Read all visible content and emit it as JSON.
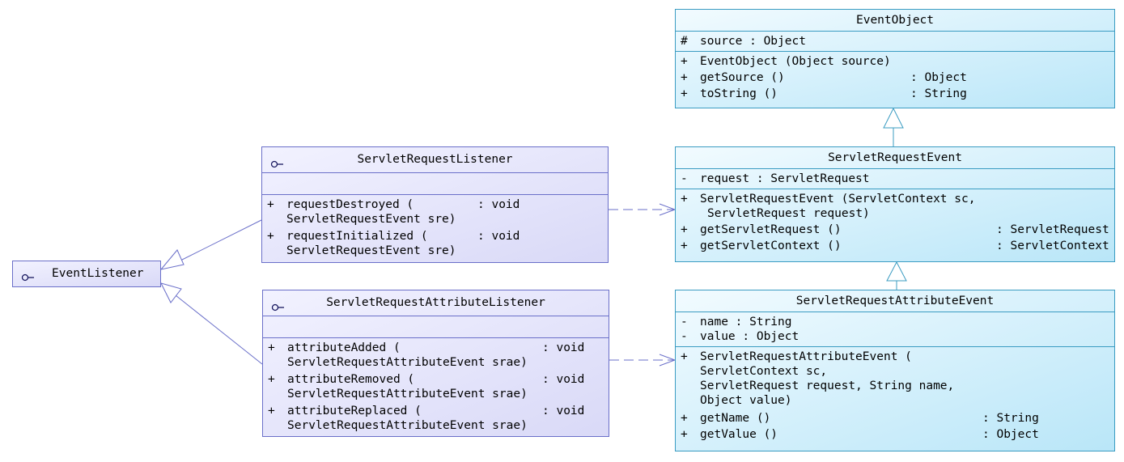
{
  "classes": {
    "event_listener": {
      "name": "EventListener",
      "icon": "interface-lollipop-icon"
    },
    "servlet_request_listener": {
      "name": "ServletRequestListener",
      "icon": "interface-lollipop-icon",
      "operations": [
        {
          "visibility": "+",
          "line1": "requestDestroyed (",
          "type": ": void",
          "line2": "ServletRequestEvent sre)"
        },
        {
          "visibility": "+",
          "line1": "requestInitialized (",
          "type": ": void",
          "line2": "ServletRequestEvent sre)"
        }
      ]
    },
    "servlet_request_attribute_listener": {
      "name": "ServletRequestAttributeListener",
      "icon": "interface-lollipop-icon",
      "operations": [
        {
          "visibility": "+",
          "line1": "attributeAdded (",
          "type": ": void",
          "line2": "ServletRequestAttributeEvent srae)"
        },
        {
          "visibility": "+",
          "line1": "attributeRemoved (",
          "type": ": void",
          "line2": "ServletRequestAttributeEvent srae)"
        },
        {
          "visibility": "+",
          "line1": "attributeReplaced (",
          "type": ": void",
          "line2": "ServletRequestAttributeEvent srae)"
        }
      ]
    },
    "event_object": {
      "name": "EventObject",
      "attributes": [
        {
          "visibility": "#",
          "text": "source  : Object"
        }
      ],
      "operations": [
        {
          "visibility": "+",
          "name": "EventObject (Object source)",
          "type": ""
        },
        {
          "visibility": "+",
          "name": "getSource ()",
          "type": ": Object"
        },
        {
          "visibility": "+",
          "name": "toString ()",
          "type": ": String"
        }
      ]
    },
    "servlet_request_event": {
      "name": "ServletRequestEvent",
      "attributes": [
        {
          "visibility": "-",
          "text": "request  : ServletRequest"
        }
      ],
      "constructor": {
        "visibility": "+",
        "line1": "ServletRequestEvent (ServletContext sc,",
        "line2": " ServletRequest request)"
      },
      "operations": [
        {
          "visibility": "+",
          "name": "getServletRequest ()",
          "type": ": ServletRequest"
        },
        {
          "visibility": "+",
          "name": "getServletContext ()",
          "type": ": ServletContext"
        }
      ]
    },
    "servlet_request_attribute_event": {
      "name": "ServletRequestAttributeEvent",
      "attributes": [
        {
          "visibility": "-",
          "text": "name   : String"
        },
        {
          "visibility": "-",
          "text": "value  : Object"
        }
      ],
      "constructor": {
        "visibility": "+",
        "lines": [
          "ServletRequestAttributeEvent (",
          "ServletContext sc,",
          " ServletRequest request, String name,",
          " Object value)"
        ]
      },
      "operations": [
        {
          "visibility": "+",
          "name": "getName ()",
          "type": ": String"
        },
        {
          "visibility": "+",
          "name": "getValue ()",
          "type": ": Object"
        }
      ]
    }
  },
  "colors": {
    "interface_border": "#6a6fc9",
    "class_border": "#3b9cc2",
    "connector": "#6a6fc9"
  }
}
